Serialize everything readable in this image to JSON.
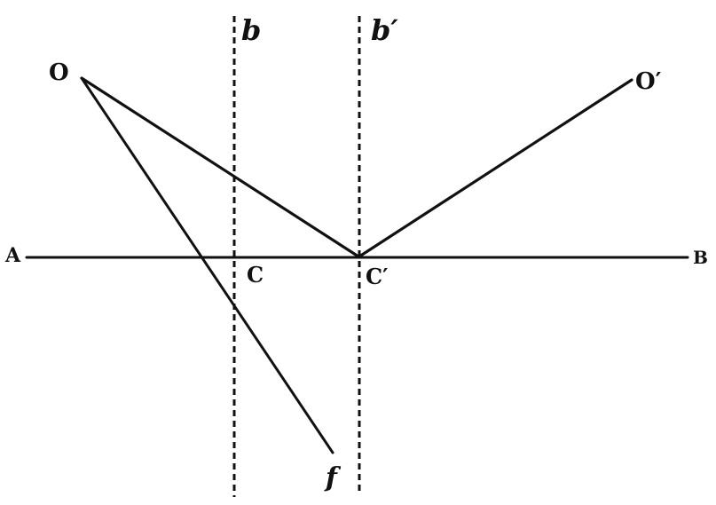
{
  "diagram": {
    "labels": {
      "A": "A",
      "B": "B",
      "O": "O",
      "O_prime": "O′",
      "b": "b",
      "b_prime": "b′",
      "C": "C",
      "C_prime": "C′",
      "f": "f"
    },
    "colors": {
      "ink": "#111111",
      "background": "#ffffff"
    }
  }
}
